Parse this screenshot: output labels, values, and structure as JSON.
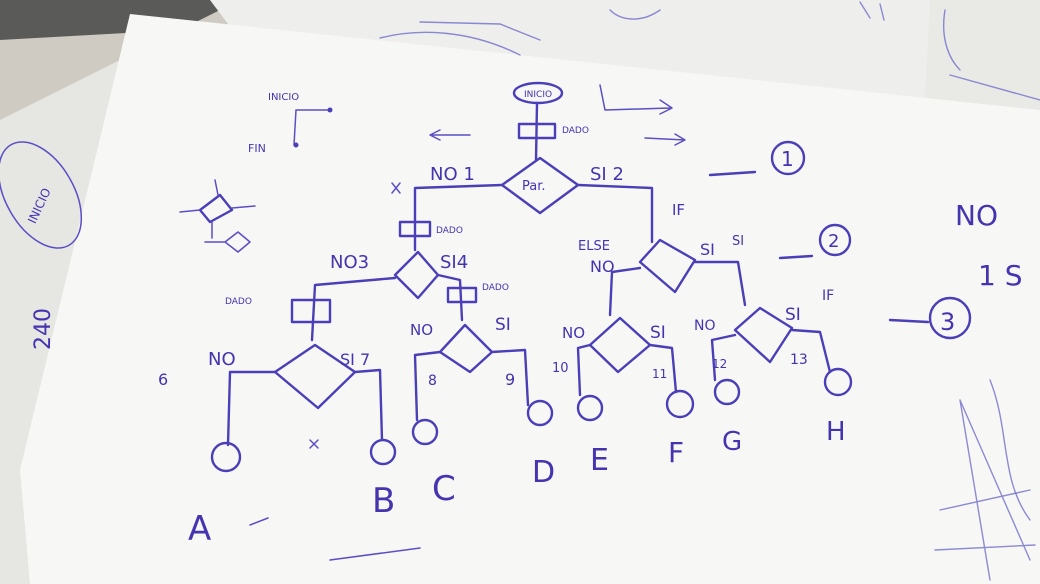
{
  "sheet": {
    "inicio_label": "INICIO",
    "fin_label": "FIN",
    "dado_label": "DADO",
    "back_note": "INICIO",
    "back_number": "240",
    "right_note_1": "NO",
    "right_note_2": "1 S",
    "right_note_3": "3"
  },
  "diagram": {
    "start_oval": "INICIO",
    "root_diamond": "Par.",
    "no1": "NO 1",
    "si2": "SI 2",
    "if_label": "IF",
    "else_label": "ELSE",
    "level_marks": [
      "1",
      "2",
      "3"
    ],
    "branch_labels": {
      "no3": "NO3",
      "si4": "SI4",
      "no_left": "NO",
      "si_left": "SI 7",
      "no_mid": "NO",
      "si_mid": "SI",
      "no_right": "NO",
      "si_right": "SI",
      "si6": "SI",
      "no_far": "NO",
      "si_far": "SI"
    },
    "leaf_numbers": [
      "6",
      "8",
      "9",
      "10",
      "11",
      "12",
      "13"
    ],
    "leaf_letters": [
      "A",
      "B",
      "C",
      "D",
      "E",
      "F",
      "G",
      "H"
    ]
  },
  "colors": {
    "paper": "#ffffff",
    "ink": "#4a3fb8",
    "background": "#d9d6cf"
  }
}
